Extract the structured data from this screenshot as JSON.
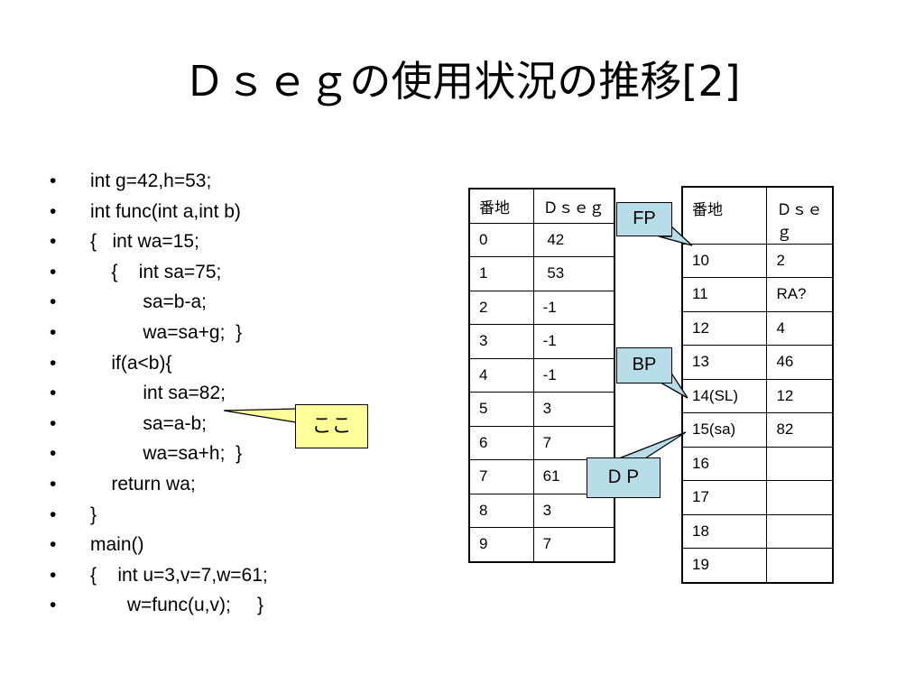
{
  "slide": {
    "title": "Ｄｓｅｇの使用状況の推移[2]"
  },
  "code_lines": [
    "int g=42,h=53;",
    "int func(int a,int b)",
    "{   int wa=15;",
    "    {    int sa=75;",
    "          sa=b-a;",
    "          wa=sa+g;  }",
    "    if(a<b){",
    "          int sa=82;",
    "          sa=a-b;",
    "          wa=sa+h;  }",
    "    return wa;",
    "}",
    "main()",
    "{    int u=3,v=7,w=61;",
    "       w=func(u,v);     }"
  ],
  "bullet": "•",
  "dseg_table": {
    "headers": [
      "番地",
      "Ｄｓｅｇ"
    ],
    "rows": [
      [
        "0",
        " 42"
      ],
      [
        "1",
        " 53"
      ],
      [
        "2",
        "-1"
      ],
      [
        "3",
        "-1"
      ],
      [
        "4",
        "-1"
      ],
      [
        "5",
        "3"
      ],
      [
        "6",
        "7"
      ],
      [
        "7",
        "61"
      ],
      [
        "8",
        "3"
      ],
      [
        "9",
        "7"
      ]
    ]
  },
  "stack_table": {
    "headers": [
      "番地",
      "Ｄｓｅｇ"
    ],
    "rows": [
      [
        "10",
        "2"
      ],
      [
        "11",
        "RA?"
      ],
      [
        "12",
        "4"
      ],
      [
        "13",
        "46"
      ],
      [
        "14(SL)",
        "12"
      ],
      [
        "15(sa)",
        "82"
      ],
      [
        "16",
        ""
      ],
      [
        "17",
        ""
      ],
      [
        "18",
        ""
      ],
      [
        "19",
        ""
      ]
    ]
  },
  "callouts": {
    "fp": "FP",
    "bp": "BP",
    "dp": "ＤＰ",
    "koko": "ここ"
  },
  "colors": {
    "register_callout_fill": "#b7dde8",
    "note_callout_fill": "#ffff99"
  }
}
